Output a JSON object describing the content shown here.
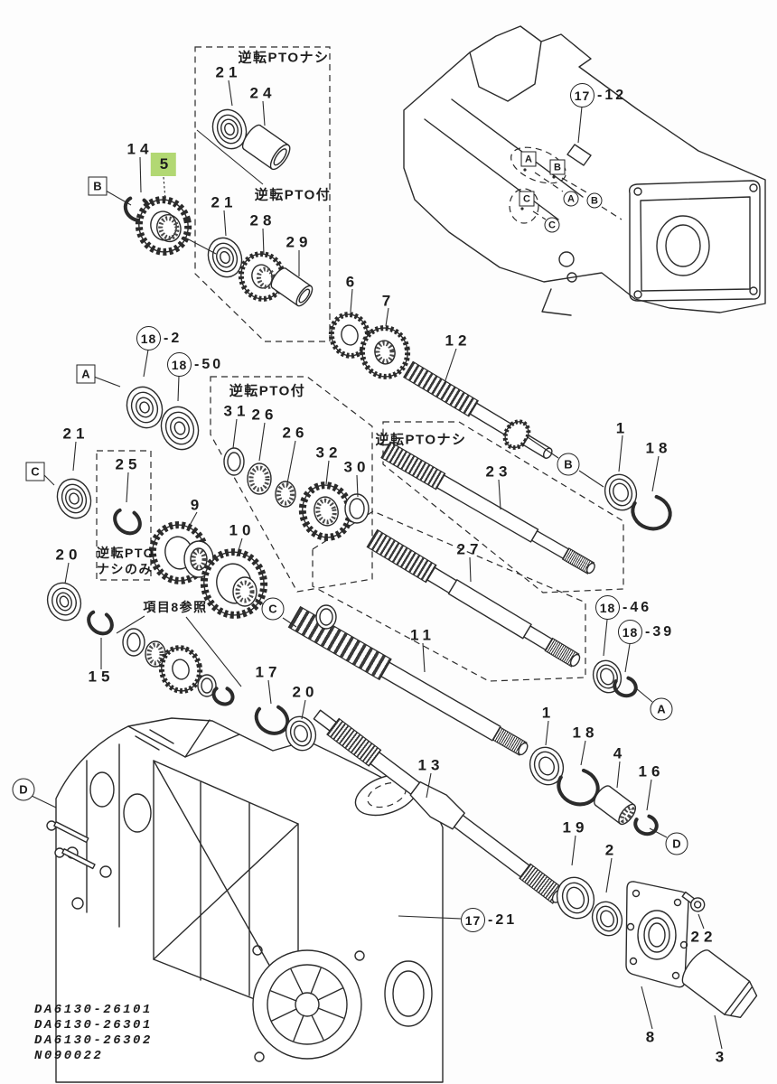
{
  "highlight_color": "#b2d873",
  "line_color": "#2b2b2b",
  "labels": {
    "n21a": "21",
    "n24": "24",
    "n14": "14",
    "n5": "5",
    "n21b": "21",
    "n28": "28",
    "n29": "29",
    "n6": "6",
    "n7": "7",
    "n12": "12",
    "n31": "31",
    "n26a": "26",
    "n26b": "26",
    "n32": "32",
    "n30": "30",
    "n23": "23",
    "n1a": "1",
    "n18a": "18",
    "n21c": "21",
    "n25": "25",
    "n9": "9",
    "n10": "10",
    "n27": "27",
    "n11": "11",
    "n20a": "20",
    "n15": "15",
    "n17a": "17",
    "n20b": "20",
    "n1b": "1",
    "n18b": "18",
    "n4": "4",
    "n16": "16",
    "n13": "13",
    "n19": "19",
    "n2": "2",
    "n22": "22",
    "n8": "8",
    "n3": "3"
  },
  "refs": {
    "r17_12": {
      "num": "17",
      "suffix": "-12"
    },
    "r18_2": {
      "num": "18",
      "suffix": "-2"
    },
    "r18_50": {
      "num": "18",
      "suffix": "-50"
    },
    "r18_46": {
      "num": "18",
      "suffix": "-46"
    },
    "r18_39": {
      "num": "18",
      "suffix": "-39"
    },
    "r17_21": {
      "num": "17",
      "suffix": "-21"
    }
  },
  "letters": {
    "boxB": "B",
    "boxA": "A",
    "boxC": "C",
    "boxA2": "A",
    "boxB2": "B",
    "boxC2": "C",
    "circB": "B",
    "circC": "C",
    "circA": "A",
    "circD1": "D",
    "circD2": "D",
    "circA2": "A",
    "circB2": "B",
    "circC2": "C"
  },
  "jp": {
    "no_pto_top": "逆転PTOナシ",
    "with_pto_top": "逆転PTO付",
    "with_pto_mid": "逆転PTO付",
    "no_pto_mid": "逆転PTOナシ",
    "no_pto_only1": "逆転PTO",
    "no_pto_only2": "ナシのみ",
    "see_item8": "項目8参照"
  },
  "footer": {
    "c1": "DA6130-26101",
    "c2": "DA6130-26301",
    "c3": "DA6130-26302",
    "c4": "N090022"
  }
}
